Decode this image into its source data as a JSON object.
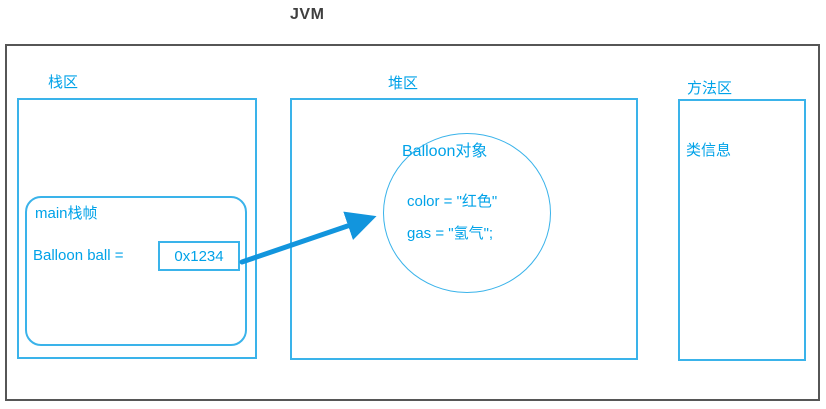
{
  "title": "JVM",
  "colors": {
    "accent_text": "#00a2e8",
    "box_border": "#3ab3ea",
    "arrow": "#1295dd",
    "outer_border": "#565656",
    "title_color": "#3f3f3f"
  },
  "stack": {
    "label": "栈区",
    "frame": {
      "label": "main栈帧",
      "var_label": "Balloon ball =",
      "var_value": "0x1234"
    }
  },
  "heap": {
    "label": "堆区",
    "object": {
      "title": "Balloon对象",
      "fields": [
        "color = \"红色\"",
        "gas = \"氢气\";"
      ]
    }
  },
  "method": {
    "label": "方法区",
    "content": "类信息"
  }
}
